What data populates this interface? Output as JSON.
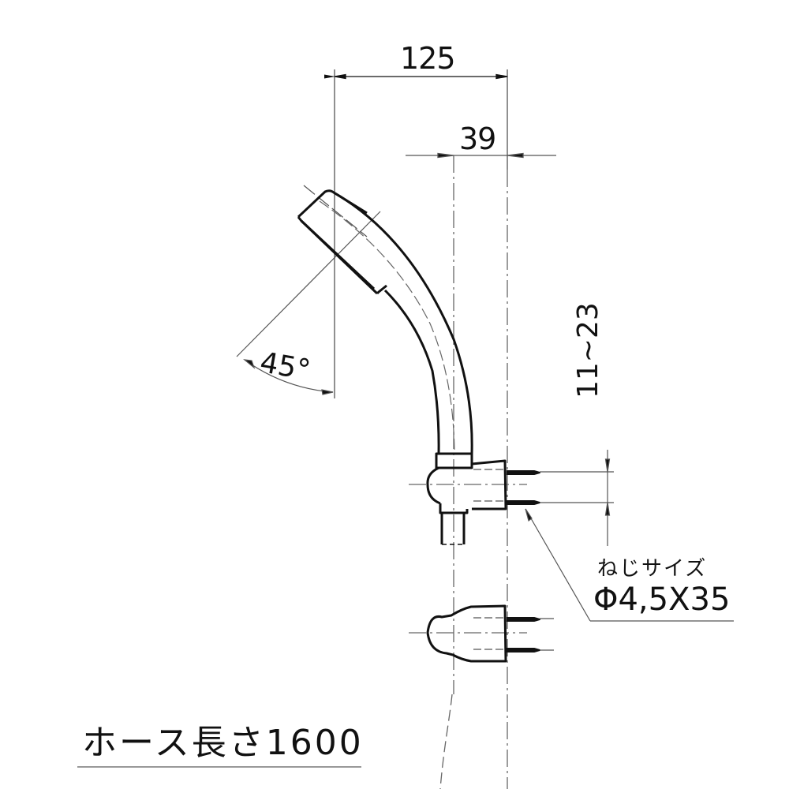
{
  "drawing": {
    "subject": "hand shower with wall hook bracket",
    "dimensions": {
      "overall_projection": "125",
      "bracket_projection": "39",
      "head_angle": "45°",
      "screw_pitch_range": "11~23"
    },
    "annotations": {
      "screw_label": "ねじサイズ",
      "screw_size": "Φ4,5X35",
      "hose_length": "ホース長さ1600"
    },
    "colors": {
      "line": "#111111",
      "thin_line": "#555555",
      "background": "#ffffff"
    }
  }
}
